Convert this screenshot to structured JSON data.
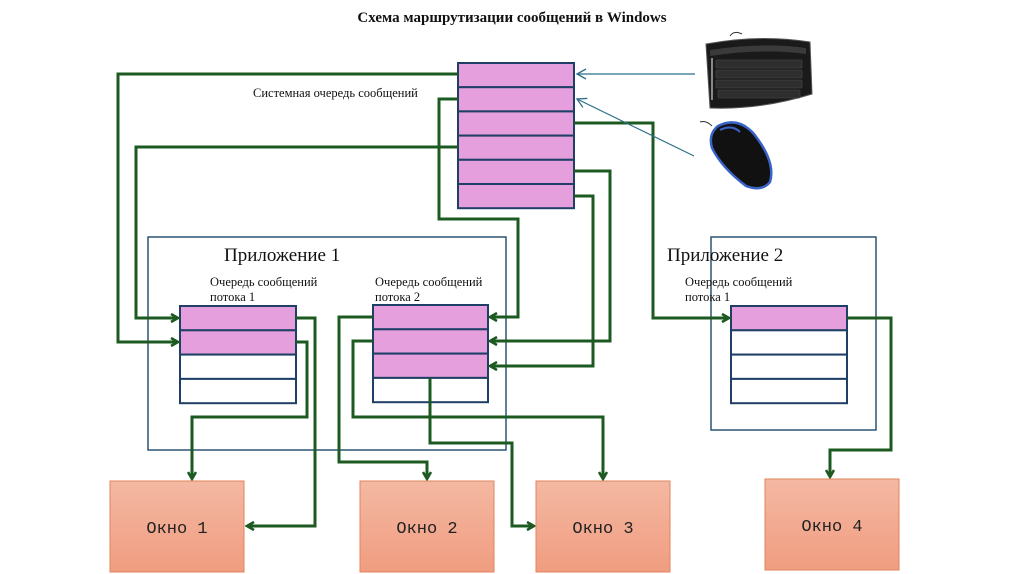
{
  "title": "Схема маршрутизации сообщений в Windows",
  "system_queue": {
    "label": "Системная очередь сообщений",
    "rows": 6
  },
  "devices": [
    {
      "name": "keyboard",
      "icon": "keyboard-icon"
    },
    {
      "name": "mouse",
      "icon": "mouse-icon"
    }
  ],
  "applications": [
    {
      "label": "Приложение 1",
      "threads": [
        {
          "label_line1": "Очередь сообщений",
          "label_line2": "потока 1",
          "rows": 4,
          "filled_rows": 2
        },
        {
          "label_line1": "Очередь сообщений",
          "label_line2": "потока 2",
          "rows": 4,
          "filled_rows": 3
        }
      ]
    },
    {
      "label": "Приложение 2",
      "threads": [
        {
          "label_line1": "Очередь сообщений",
          "label_line2": "потока 1",
          "rows": 4,
          "filled_rows": 1
        }
      ]
    }
  ],
  "windows": [
    {
      "label": "Окно 1"
    },
    {
      "label": "Окно 2"
    },
    {
      "label": "Окно 3"
    },
    {
      "label": "Окно 4"
    }
  ],
  "colors": {
    "queue_filled": "#e49fdc",
    "queue_border": "#1f3f66",
    "connector": "#1d5a22",
    "input_arrow": "#2c6e8a",
    "window_fill_top": "#f4b7a2",
    "window_fill_bottom": "#f19f82"
  }
}
